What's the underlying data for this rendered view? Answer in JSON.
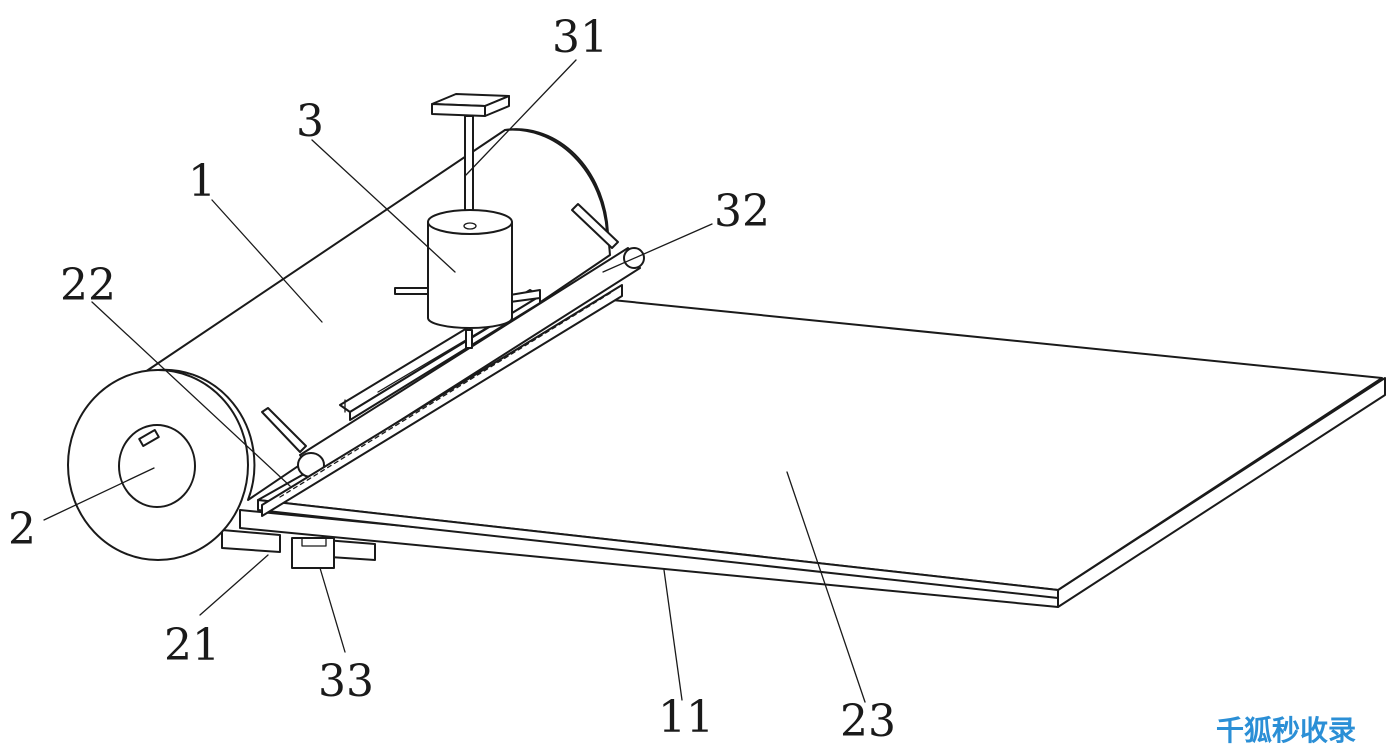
{
  "diagram": {
    "labels": {
      "l31": "31",
      "l3": "3",
      "l1": "1",
      "l32": "32",
      "l22": "22",
      "l2": "2",
      "l21": "21",
      "l33": "33",
      "l11": "11",
      "l23": "23"
    },
    "watermark": "千狐秒收录"
  }
}
